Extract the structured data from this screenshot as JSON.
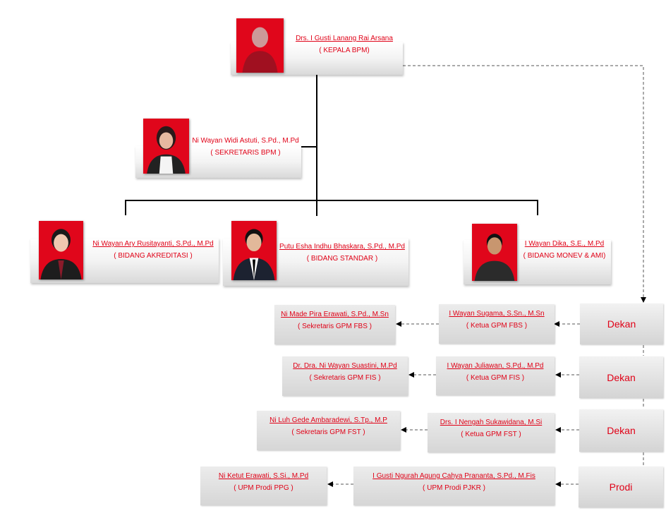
{
  "colors": {
    "accent": "#e00016",
    "photo_bg": "#e0061b"
  },
  "leaders": {
    "kepala": {
      "name": "Drs. I Gusti Lanang Rai Arsana",
      "role": "( KEPALA BPM)"
    },
    "sekretaris": {
      "name": "Ni Wayan Widi Astuti, S.Pd., M.Pd",
      "role": "( SEKRETARIS BPM )"
    },
    "akreditasi": {
      "name": "Ni Wayan Ary Rusitayanti, S.Pd., M.Pd",
      "role": "( BIDANG AKREDITASI )"
    },
    "standar": {
      "name": "Putu Esha Indhu Bhaskara, S.Pd., M.Pd",
      "role": "( BIDANG STANDAR )"
    },
    "monev": {
      "name": "I Wayan Dika, S.E., M.Pd",
      "role": "( BIDANG MONEV & AMI)"
    }
  },
  "rows": [
    {
      "unit": "Dekan",
      "ketua": {
        "name": "I Wayan Sugama, S.Sn., M.Sn",
        "role": "( Ketua GPM FBS )"
      },
      "sekretaris": {
        "name": "Ni Made Pira Erawati, S.Pd., M.Sn",
        "role": "( Sekretaris GPM FBS )"
      }
    },
    {
      "unit": "Dekan",
      "ketua": {
        "name": "I Wayan Juliawan, S.Pd., M.Pd",
        "role": "( Ketua GPM FIS )"
      },
      "sekretaris": {
        "name": "Dr. Dra. Ni Wayan Suastini, M.Pd",
        "role": "( Sekretaris GPM FIS )"
      }
    },
    {
      "unit": "Dekan",
      "ketua": {
        "name": "Drs. I Nengah Sukawidana, M.Si",
        "role": "( Ketua GPM FST )"
      },
      "sekretaris": {
        "name": "Ni Luh Gede Ambaradewi, S.Tp., M.P",
        "role": "( Sekretaris GPM FST )"
      }
    },
    {
      "unit": "Prodi",
      "ketua": {
        "name": "I Gusti Ngurah Agung Cahya Prananta, S.Pd., M.Fis",
        "role": "( UPM Prodi PJKR )"
      },
      "sekretaris": {
        "name": "Ni Ketut Erawati, S.Si., M.Pd",
        "role": "( UPM Prodi PPG )"
      }
    }
  ]
}
